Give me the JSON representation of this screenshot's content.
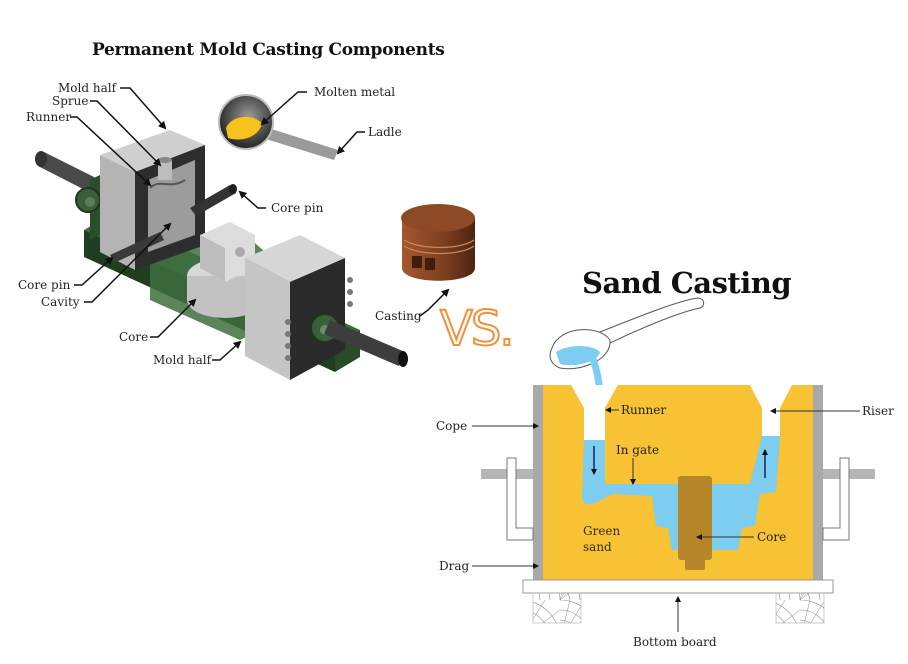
{
  "permanent_mold": {
    "title": "Permanent Mold Casting Components",
    "labels": {
      "mold_half_top": "Mold half",
      "sprue": "Sprue",
      "runner": "Runner",
      "molten_metal": "Molten metal",
      "ladle": "Ladle",
      "core_pin_right": "Core pin",
      "core_pin_left": "Core pin",
      "cavity": "Cavity",
      "core": "Core",
      "mold_half_bottom": "Mold half",
      "casting": "Casting"
    }
  },
  "vs_text": "VS.",
  "sand_casting": {
    "title": "Sand Casting",
    "labels": {
      "runner": "Runner",
      "riser": "Riser",
      "cope": "Cope",
      "in_gate": "In gate",
      "green_sand_line1": "Green",
      "green_sand_line2": "sand",
      "core": "Core",
      "drag": "Drag",
      "bottom_board": "Bottom board"
    }
  },
  "colors": {
    "sand": "#f7c234",
    "molten_blue": "#7ccdf0",
    "core_brown": "#b8862a",
    "flask_gray": "#a9a9a9",
    "mold_green": "#2f5a2f",
    "mold_gray": "#c8c8c8",
    "casting_brown": "#8b4a28",
    "vs_orange": "#f0913a",
    "molten_metal_yellow": "#f7c21a"
  }
}
